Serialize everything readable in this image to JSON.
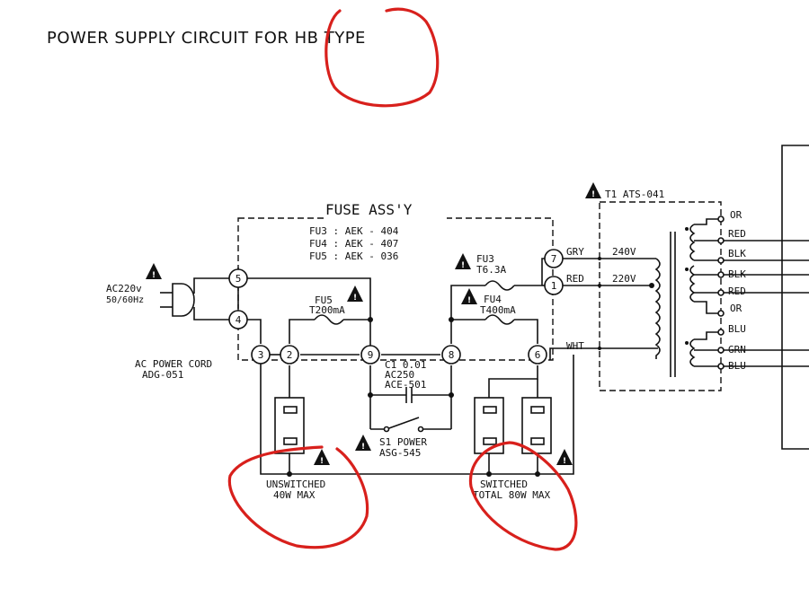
{
  "title": "POWER SUPPLY CIRCUIT FOR HB TYPE",
  "fuse_assembly": {
    "label": "FUSE  ASS'Y",
    "parts": [
      "FU3 : AEK - 404",
      "FU4 : AEK - 407",
      "FU5 : AEK - 036"
    ]
  },
  "ac_input": {
    "line1": "AC220v",
    "line2": "50/60Hz"
  },
  "power_cord": {
    "line1": "AC POWER  CORD",
    "line2": "ADG-051"
  },
  "fuses": {
    "fu3": {
      "name": "FU3",
      "rating": "T6.3A"
    },
    "fu4": {
      "name": "FU4",
      "rating": "T400mA"
    },
    "fu5": {
      "name": "FU5",
      "rating": "T200mA"
    }
  },
  "capacitor": {
    "line1": "C1 0.01",
    "line2": "AC250",
    "line3": "ACE-501"
  },
  "switch": {
    "line1": "S1 POWER",
    "line2": "ASG-545"
  },
  "nodes": [
    "5",
    "4",
    "3",
    "2",
    "9",
    "8",
    "6",
    "7",
    "1"
  ],
  "transformer": {
    "label": "T1   ATS-041",
    "primary": [
      {
        "wire": "GRY",
        "voltage": "240V"
      },
      {
        "wire": "RED",
        "voltage": "220V"
      },
      {
        "wire": "WHT",
        "voltage": ""
      }
    ],
    "secondary": [
      "OR",
      "RED",
      "BLK",
      "BLK",
      "RED",
      "OR",
      "BLU",
      "GRN",
      "BLU"
    ]
  },
  "outlets": {
    "unswitched": {
      "line1": "UNSWITCHED",
      "line2": "40W   MAX"
    },
    "switched": {
      "line1": "SWITCHED",
      "line2": "TOTAL  80W  MAX"
    }
  },
  "warning_mark": "!",
  "colors": {
    "annotation": "#d8201c",
    "ink": "#111111"
  }
}
